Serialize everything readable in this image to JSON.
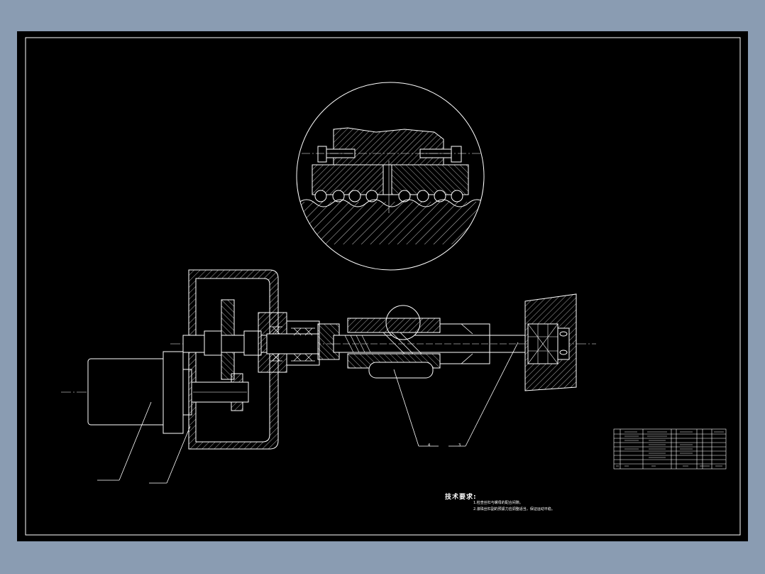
{
  "drawing": {
    "background_color": "#8a9cb2",
    "sheet_color": "#000000",
    "line_color": "#ffffff",
    "part_labels": [
      "4",
      "3"
    ]
  },
  "tech_requirements": {
    "title": "技术要求:",
    "lines": [
      "1.检查丝杠与螺母的配合间隙。",
      "2.滚珠丝杠副的预紧力应调整适当，保证运动平稳。"
    ]
  }
}
